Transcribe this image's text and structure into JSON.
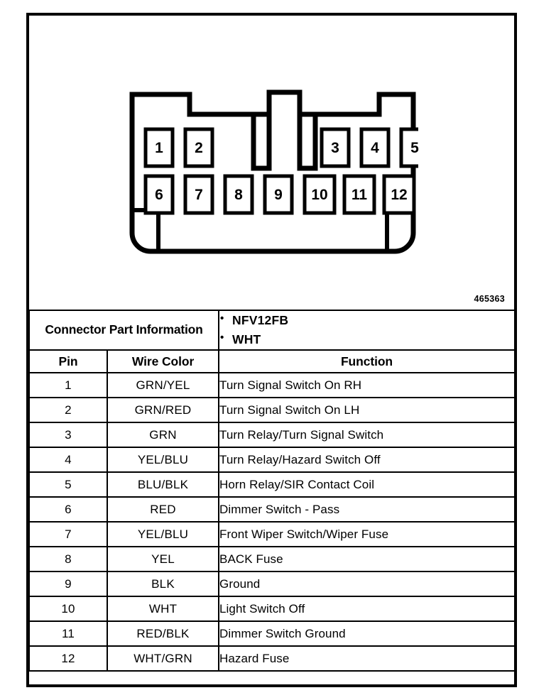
{
  "document": {
    "reference_number": "465363"
  },
  "diagram": {
    "name": "connector-face-view",
    "top_row_pins": [
      "1",
      "2",
      "3",
      "4",
      "5"
    ],
    "bottom_row_pins": [
      "6",
      "7",
      "8",
      "9",
      "10",
      "11",
      "12"
    ]
  },
  "connector_info": {
    "label": "Connector Part Information",
    "values": [
      "NFV12FB",
      "WHT"
    ]
  },
  "table": {
    "headers": {
      "pin": "Pin",
      "wire_color": "Wire Color",
      "function": "Function"
    },
    "rows": [
      {
        "pin": "1",
        "wire_color": "GRN/YEL",
        "function": "Turn Signal Switch On RH"
      },
      {
        "pin": "2",
        "wire_color": "GRN/RED",
        "function": "Turn Signal Switch On LH"
      },
      {
        "pin": "3",
        "wire_color": "GRN",
        "function": "Turn Relay/Turn Signal Switch"
      },
      {
        "pin": "4",
        "wire_color": "YEL/BLU",
        "function": "Turn Relay/Hazard Switch Off"
      },
      {
        "pin": "5",
        "wire_color": "BLU/BLK",
        "function": "Horn Relay/SIR Contact Coil"
      },
      {
        "pin": "6",
        "wire_color": "RED",
        "function": "Dimmer Switch - Pass"
      },
      {
        "pin": "7",
        "wire_color": "YEL/BLU",
        "function": "Front Wiper Switch/Wiper Fuse"
      },
      {
        "pin": "8",
        "wire_color": "YEL",
        "function": "BACK Fuse"
      },
      {
        "pin": "9",
        "wire_color": "BLK",
        "function": "Ground"
      },
      {
        "pin": "10",
        "wire_color": "WHT",
        "function": "Light Switch Off"
      },
      {
        "pin": "11",
        "wire_color": "RED/BLK",
        "function": "Dimmer Switch Ground"
      },
      {
        "pin": "12",
        "wire_color": "WHT/GRN",
        "function": "Hazard Fuse"
      }
    ]
  },
  "colors": {
    "ink": "#000000",
    "paper": "#ffffff"
  }
}
